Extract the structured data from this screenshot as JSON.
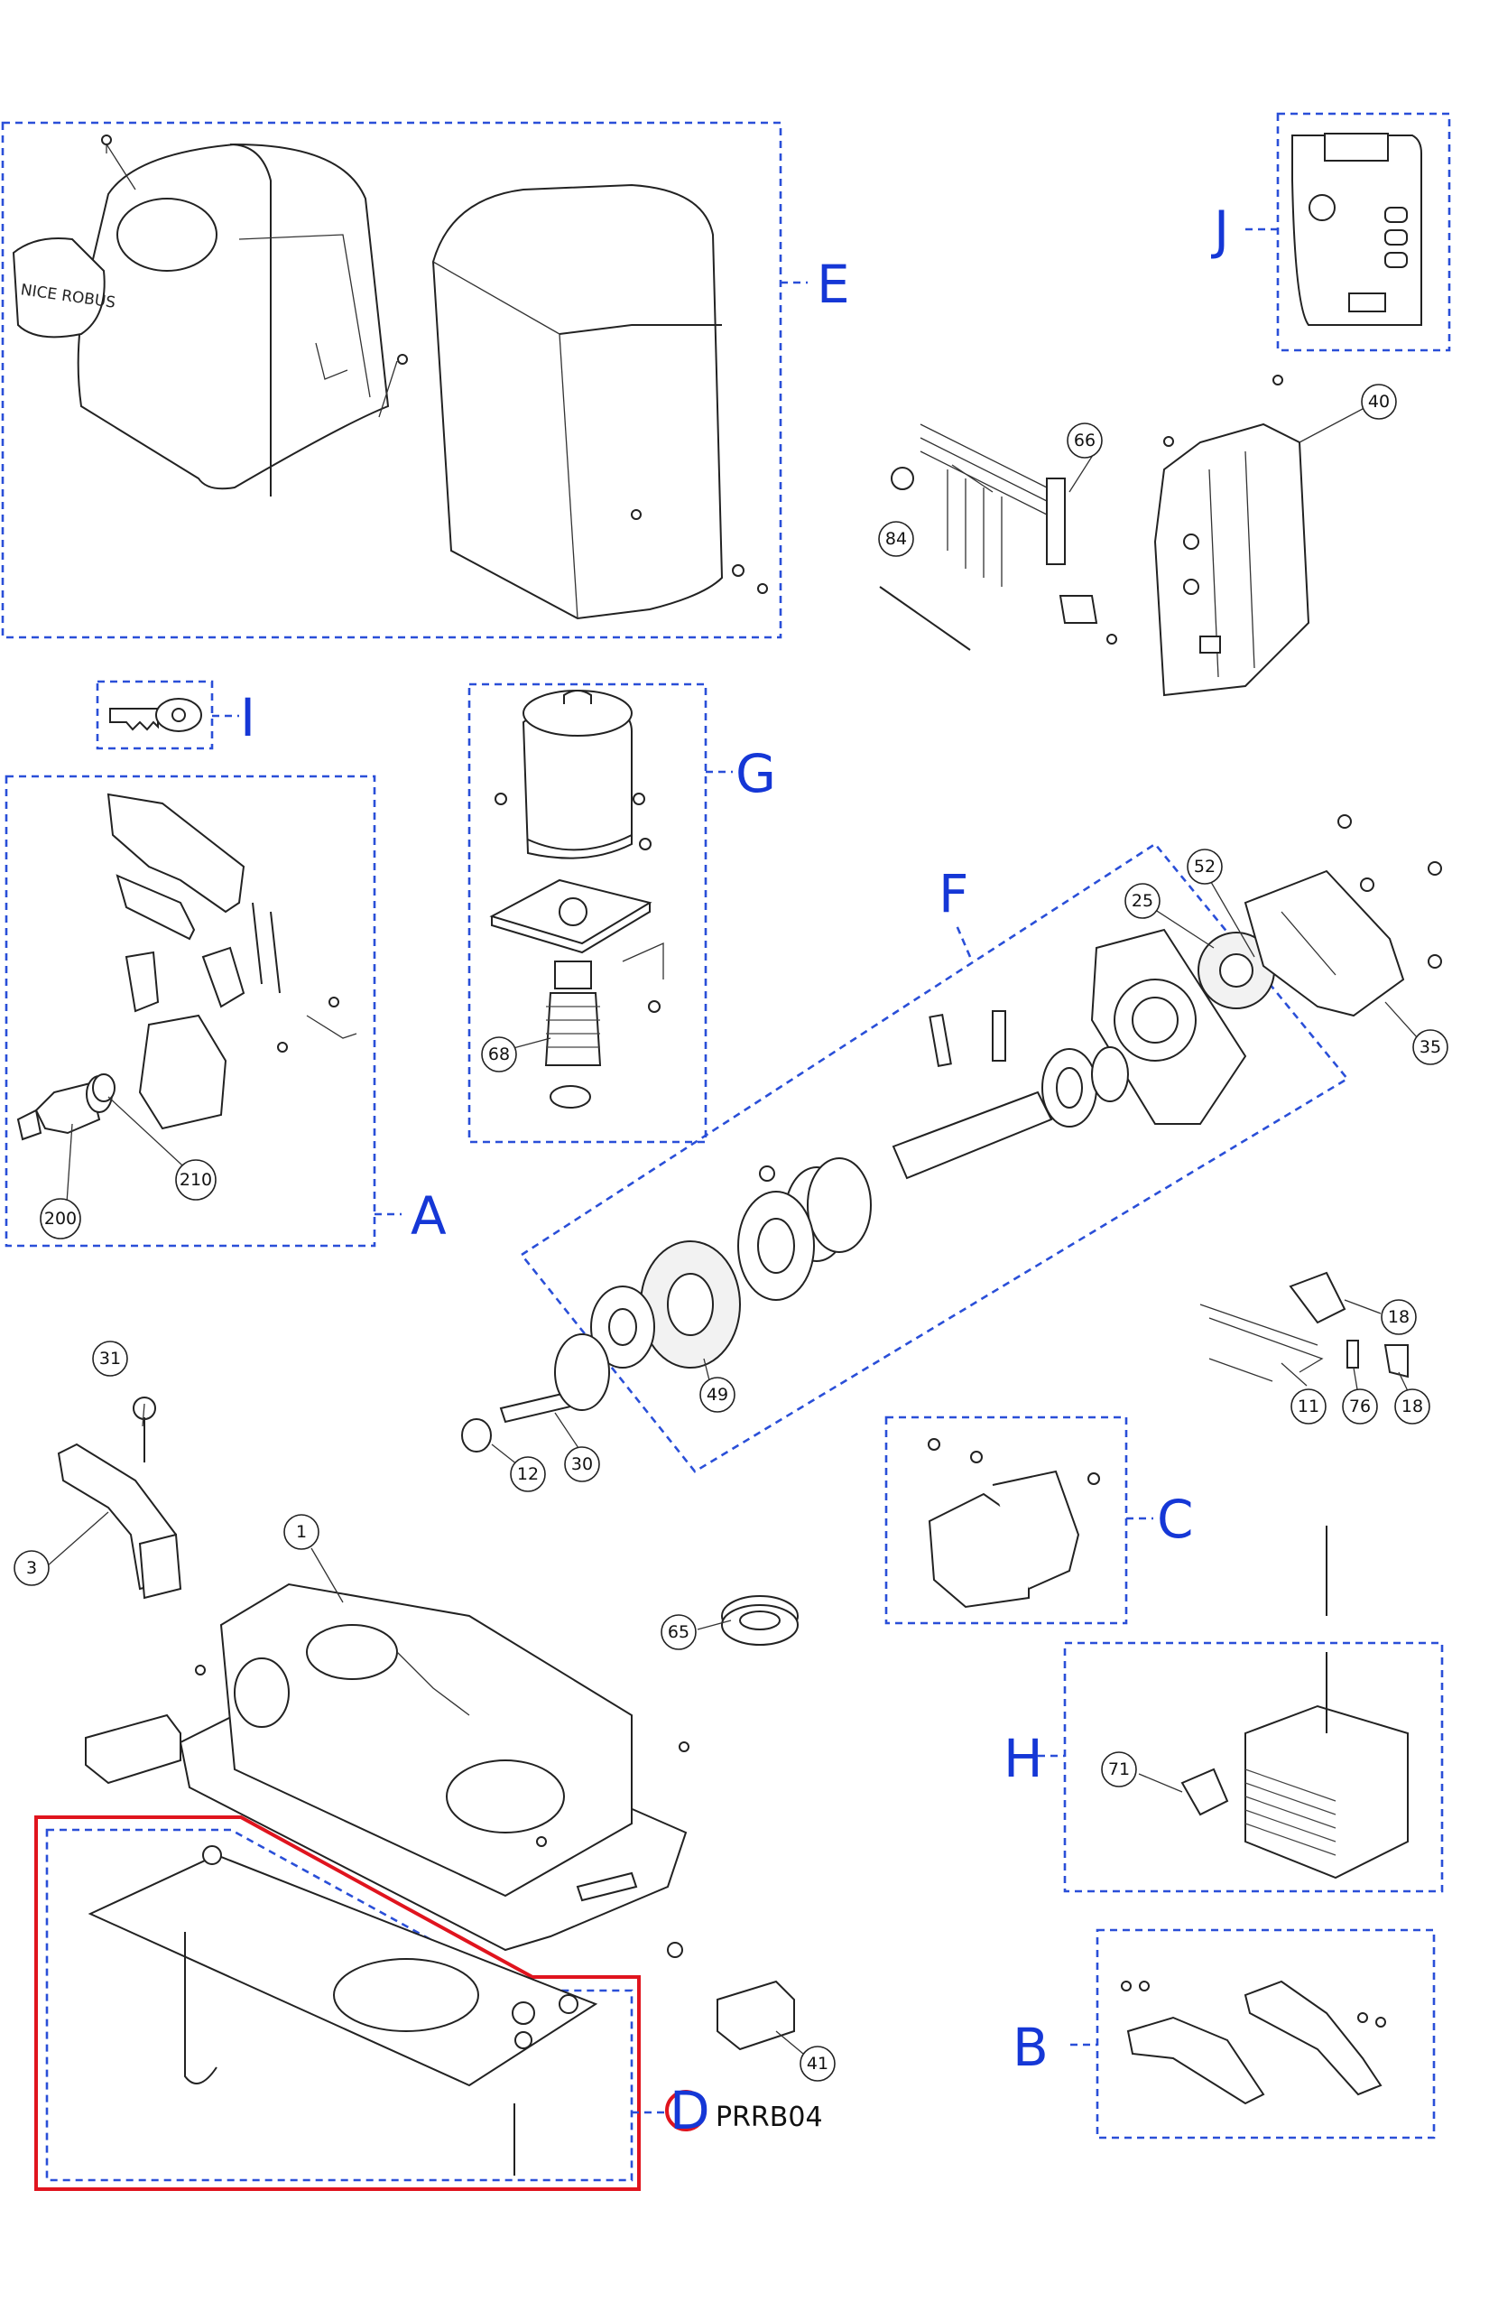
{
  "groups": {
    "A": "A",
    "B": "B",
    "C": "C",
    "D": "D",
    "E": "E",
    "F": "F",
    "G": "G",
    "H": "H",
    "I": "I",
    "J": "J"
  },
  "part_code": "PRRB04",
  "cover_text": "NICE ROBUS",
  "callouts": {
    "c1": "1",
    "c3": "3",
    "c11": "11",
    "c12": "12",
    "c18a": "18",
    "c18b": "18",
    "c25": "25",
    "c30": "30",
    "c31": "31",
    "c35": "35",
    "c40": "40",
    "c41": "41",
    "c49": "49",
    "c52": "52",
    "c65": "65",
    "c66": "66",
    "c68": "68",
    "c71": "71",
    "c76": "76",
    "c84": "84",
    "c200": "200",
    "c210": "210"
  },
  "colors": {
    "group_box": "#2a4fd8",
    "group_letter": "#1537d6",
    "highlight": "#e0141e"
  }
}
